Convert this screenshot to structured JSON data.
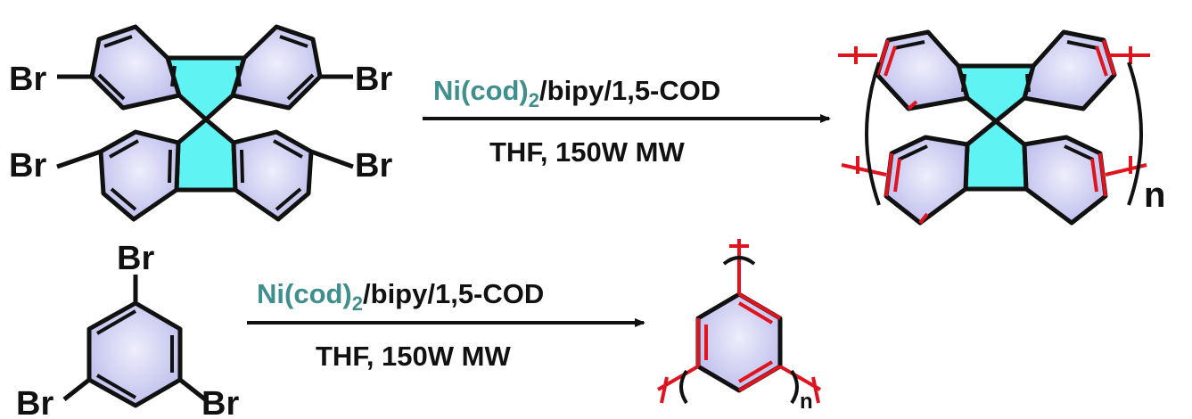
{
  "colors": {
    "benzene_fill": "#bcbcec",
    "benzene_fill_light": "#eeeefc",
    "cyclopentane_fill": "#5ff3f3",
    "bond": "#111111",
    "polymer_bond": "#e0141e",
    "catalyst_text": "#3f8f8f"
  },
  "reaction1": {
    "reactant_substituents": [
      "Br",
      "Br",
      "Br",
      "Br"
    ],
    "conditions_top": {
      "catalyst": "Ni(cod)",
      "subscript": "2",
      "rest": "/bipy/1,5-COD"
    },
    "conditions_bottom": "THF, 150W MW",
    "repeat_index": "n"
  },
  "reaction2": {
    "reactant_substituents": [
      "Br",
      "Br",
      "Br"
    ],
    "conditions_top": {
      "catalyst": "Ni(cod)",
      "subscript": "2",
      "rest": "/bipy/1,5-COD"
    },
    "conditions_bottom": "THF, 150W MW",
    "repeat_index": "n"
  },
  "icons": [
    "reaction-arrow-icon"
  ]
}
